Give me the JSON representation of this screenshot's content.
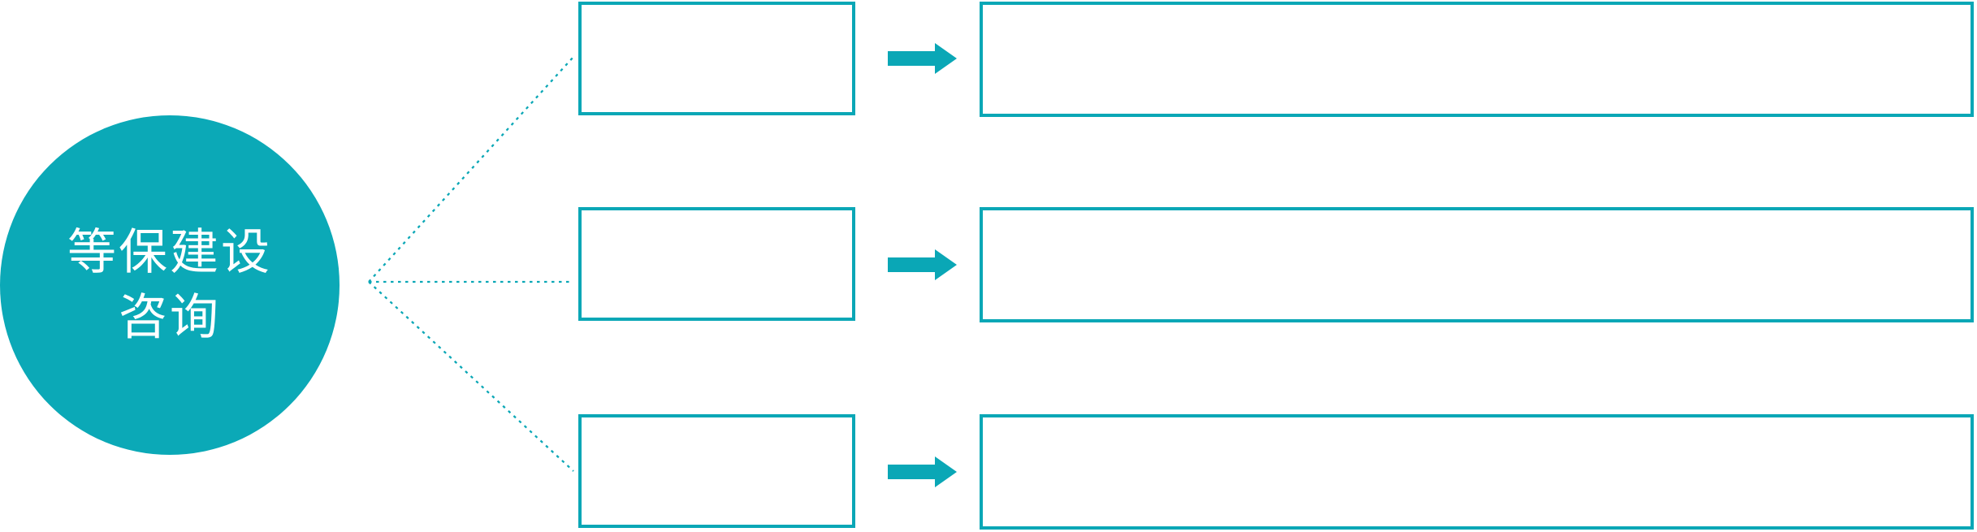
{
  "circle": {
    "label_line1": "等保建设",
    "label_line2": "咨询"
  },
  "rows": [
    {
      "id": "top",
      "box_label": "",
      "detail_label": ""
    },
    {
      "id": "middle",
      "box_label": "",
      "detail_label": ""
    },
    {
      "id": "bottom",
      "box_label": "",
      "detail_label": ""
    }
  ],
  "icons": {
    "arrow": "arrow-right-icon",
    "connector": "dotted-branch-lines"
  },
  "colors": {
    "accent": "#0AA7B6",
    "circle_fill": "#0BA9B7",
    "box_background": "#FFFFFF",
    "text_on_circle": "#FFFFFF",
    "canvas_background": "#FFFFFF"
  }
}
